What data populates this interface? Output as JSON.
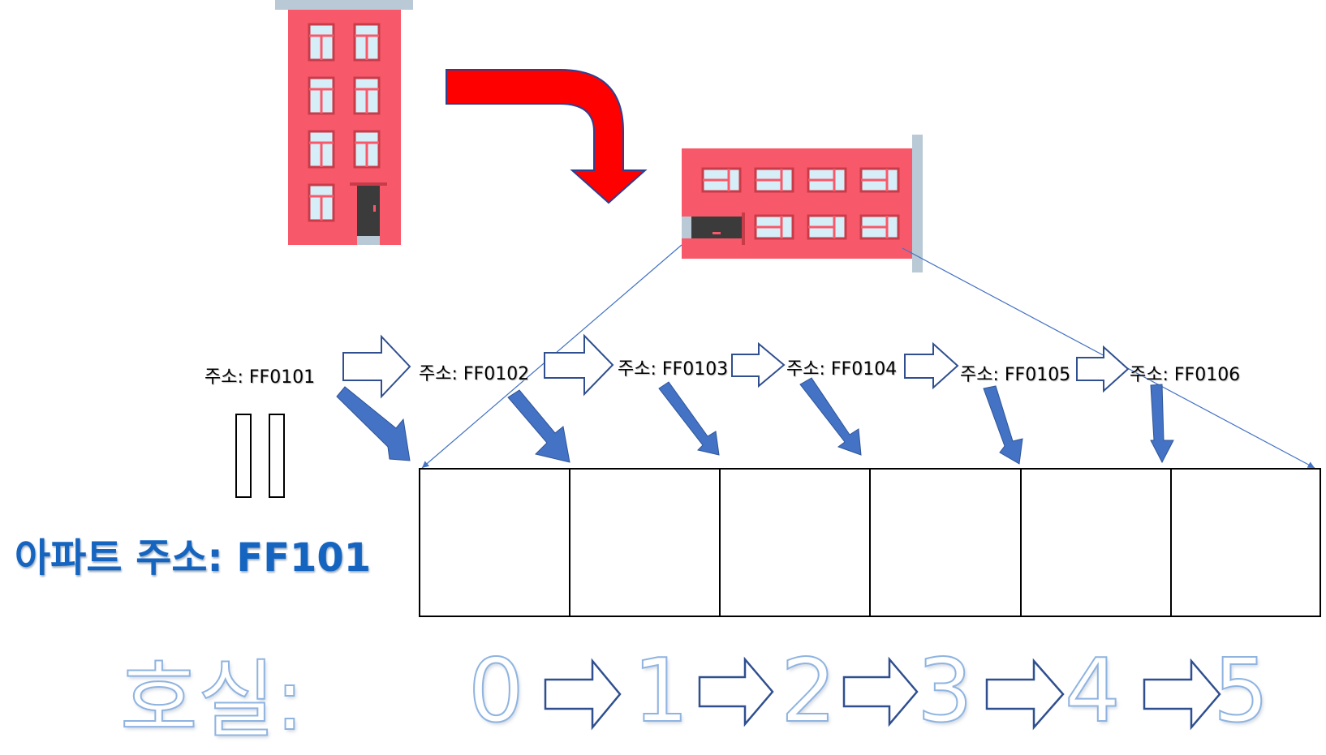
{
  "addresses": [
    "주소: FF0101",
    "주소: FF0102",
    "주소: FF0103",
    "주소: FF0104",
    "주소: FF0105",
    "주소: FF0106"
  ],
  "apartment_address": "아파트 주소: FF101",
  "room_label": "호실:",
  "room_numbers": [
    "0",
    "1",
    "2",
    "3",
    "4",
    "5"
  ],
  "colors": {
    "building": "#f8596a",
    "window": "#d6eef8",
    "bend_arrow": "#ff0000",
    "pointer_arrow": "#4472c4",
    "address_text": "#1565c0",
    "outline": "#8fb4e0"
  }
}
